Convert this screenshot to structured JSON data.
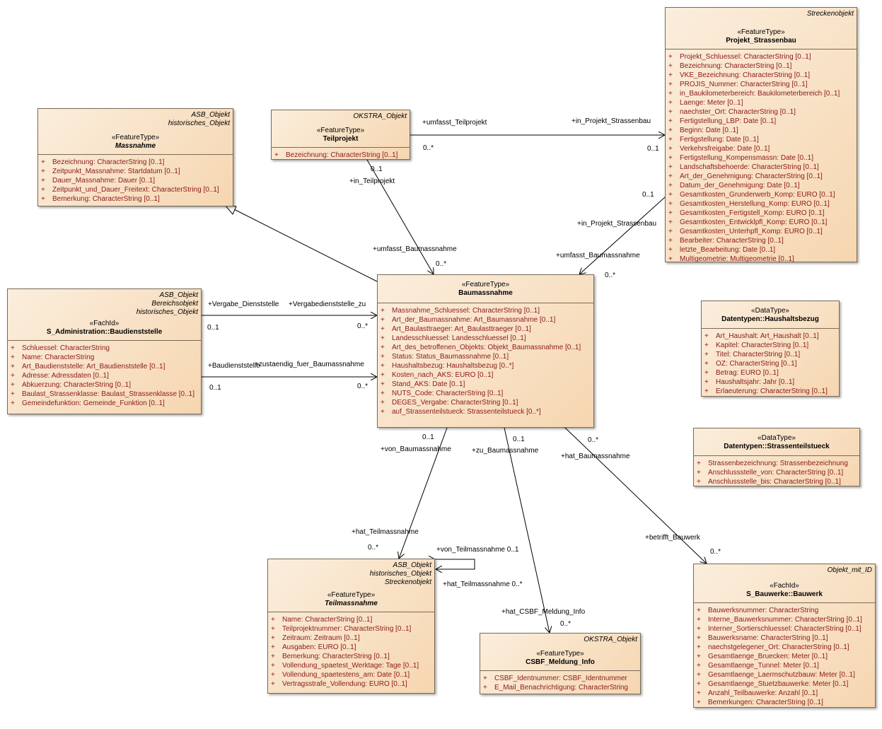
{
  "classes": {
    "projekt_strassenbau": {
      "tags": [
        "Streckenobjekt"
      ],
      "stereotype": "«FeatureType»",
      "name": "Projekt_Strassenbau",
      "attributes": [
        "Projekt_Schluessel: CharacterString [0..1]",
        "Bezeichnung: CharacterString [0..1]",
        "VKE_Bezeichnung: CharacterString [0..1]",
        "PROJIS_Nummer: CharacterString [0..1]",
        "in_Baukilometerbereich: Baukilometerbereich [0..1]",
        "Laenge: Meter [0..1]",
        "naechster_Ort: CharacterString [0..1]",
        "Fertigstellung_LBP: Date [0..1]",
        "Beginn: Date [0..1]",
        "Fertigstellung: Date [0..1]",
        "Verkehrsfreigabe: Date [0..1]",
        "Fertigstellung_Kompensmassn: Date [0..1]",
        "Landschaftsbehoerde: CharacterString [0..1]",
        "Art_der_Genehmigung: CharacterString [0..1]",
        "Datum_der_Genehmigung: Date [0..1]",
        "Gesamtkosten_Grunderwerb_Komp: EURO [0..1]",
        "Gesamtkosten_Herstellung_Komp: EURO [0..1]",
        "Gesamtkosten_Fertigstell_Komp: EURO [0..1]",
        "Gesamtkosten_Entwicklpfl_Komp: EURO [0..1]",
        "Gesamtkosten_Unterhpfl_Komp: EURO [0..1]",
        "Bearbeiter: CharacterString [0..1]",
        "letzte_Bearbeitung: Date [0..1]",
        "Multigeometrie: Multigeometrie [0..1]"
      ]
    },
    "massnahme": {
      "tags": [
        "ASB_Objekt",
        "historisches_Objekt"
      ],
      "stereotype": "«FeatureType»",
      "name": "Massnahme",
      "attributes": [
        "Bezeichnung: CharacterString [0..1]",
        "Zeitpunkt_Massnahme: Startdatum [0..1]",
        "Dauer_Massnahme: Dauer [0..1]",
        "Zeitpunkt_und_Dauer_Freitext: CharacterString [0..1]",
        "Bemerkung: CharacterString [0..1]"
      ]
    },
    "teilprojekt": {
      "tags": [
        "OKSTRA_Objekt"
      ],
      "stereotype": "«FeatureType»",
      "name": "Teilprojekt",
      "attributes": [
        "Bezeichnung: CharacterString [0..1]"
      ]
    },
    "baudienststelle": {
      "tags": [
        "ASB_Objekt",
        "Bereichsobjekt",
        "historisches_Objekt"
      ],
      "stereotype": "«FachId»",
      "name": "S_Administration::Baudienststelle",
      "attributes": [
        "Schluessel: CharacterString",
        "Name: CharacterString",
        "Art_Baudienststelle: Art_Baudienststelle [0..1]",
        "Adresse: Adressdaten [0..1]",
        "Abkuerzung: CharacterString [0..1]",
        "Baulast_Strassenklasse: Baulast_Strassenklasse [0..1]",
        "Gemeindefunktion: Gemeinde_Funktion [0..1]"
      ]
    },
    "baumassnahme": {
      "tags": [],
      "stereotype": "«FeatureType»",
      "name": "Baumassnahme",
      "attributes": [
        "Massnahme_Schluessel: CharacterString [0..1]",
        "Art_der_Baumassnahme: Art_Baumassnahme [0..1]",
        "Art_Baulasttraeger: Art_Baulasttraeger [0..1]",
        "Landesschluessel: Landesschluessel [0..1]",
        "Art_des_betroffenen_Objekts: Objekt_Baumassnahme [0..1]",
        "Status: Status_Baumassnahme [0..1]",
        "Haushaltsbezug: Haushaltsbezug [0..*]",
        "Kosten_nach_AKS: EURO [0..1]",
        "Stand_AKS: Date [0..1]",
        "NUTS_Code: CharacterString [0..1]",
        "DEGES_Vergabe: CharacterString [0..1]",
        "auf_Strassenteilstueck: Strassenteilstueck [0..*]"
      ]
    },
    "haushaltsbezug": {
      "tags": [],
      "stereotype": "«DataType»",
      "name": "Datentypen::Haushaltsbezug",
      "attributes": [
        "Art_Haushalt: Art_Haushalt [0..1]",
        "Kapitel: CharacterString [0..1]",
        "Titel: CharacterString [0..1]",
        "OZ: CharacterString [0..1]",
        "Betrag: EURO [0..1]",
        "Haushaltsjahr: Jahr [0..1]",
        "Erlaeuterung: CharacterString [0..1]"
      ]
    },
    "strassenteilstueck": {
      "tags": [],
      "stereotype": "«DataType»",
      "name": "Datentypen::Strassenteilstueck",
      "attributes": [
        "Strassenbezeichnung: Strassenbezeichnung",
        "Anschlussstelle_von: CharacterString [0..1]",
        "Anschlussstelle_bis: CharacterString [0..1]"
      ]
    },
    "teilmassnahme": {
      "tags": [
        "ASB_Objekt",
        "historisches_Objekt",
        "Streckenobjekt"
      ],
      "stereotype": "«FeatureType»",
      "name": "Teilmassnahme",
      "attributes": [
        "Name: CharacterString [0..1]",
        "Teilprojektnummer: CharacterString [0..1]",
        "Zeitraum: Zeitraum [0..1]",
        "Ausgaben: EURO [0..1]",
        "Bemerkung: CharacterString [0..1]",
        "Vollendung_spaetest_Werktage: Tage [0..1]",
        "Vollendung_spaetestens_am: Date [0..1]",
        "Vertragsstrafe_Vollendung: EURO [0..1]"
      ]
    },
    "csbf_meldung_info": {
      "tags": [
        "OKSTRA_Objekt"
      ],
      "stereotype": "«FeatureType»",
      "name": "CSBF_Meldung_Info",
      "attributes": [
        "CSBF_Identnummer: CSBF_Identnummer",
        "E_Mail_Benachrichtigung: CharacterString"
      ]
    },
    "bauwerk": {
      "tags": [
        "Objekt_mit_ID"
      ],
      "stereotype": "«FachId»",
      "name": "S_Bauwerke::Bauwerk",
      "attributes": [
        "Bauwerksnummer: CharacterString",
        "Interne_Bauwerksnummer: CharacterString [0..1]",
        "Interner_Sortierschluessel: CharacterString [0..1]",
        "Bauwerksname: CharacterString [0..1]",
        "naechstgelegener_Ort: CharacterString [0..1]",
        "Gesamtlaenge_Bruecken: Meter [0..1]",
        "Gesamtlaenge_Tunnel: Meter [0..1]",
        "Gesamtlaenge_Laermschutzbauw: Meter [0..1]",
        "Gesamtlaenge_Stuetzbauwerke: Meter [0..1]",
        "Anzahl_Teilbauwerke: Anzahl [0..1]",
        "Bemerkungen: CharacterString [0..1]"
      ]
    }
  },
  "visibility": "+",
  "labels": {
    "umfasst_teilprojekt": "+umfasst_Teilprojekt",
    "in_projekt_strassenbau_1": "+in_Projekt_Strassenbau",
    "mult_tp_ps_0n": "0..*",
    "mult_tp_ps_01": "0..1",
    "mult_tp_01": "0..1",
    "in_teilprojekt": "+in_Teilprojekt",
    "umfasst_baumassnahme_1": "+umfasst_Baumassnahme",
    "mult_bm_tp_0n": "0..*",
    "mult_ps_01": "0..1",
    "in_projekt_strassenbau_2": "+in_Projekt_Strassenbau",
    "umfasst_baumassnahme_2": "+umfasst_Baumassnahme",
    "mult_bm_ps_0n": "0..*",
    "vergabe_dienststelle": "+Vergabe_Dienststelle",
    "vergabedienststelle_zu": "+Vergabedienststelle_zu",
    "mult_bd1_01": "0..1",
    "mult_bd1_0n": "0..*",
    "baudienststelle": "+Baudienststelle",
    "zustaendig_fuer_baumassnahme": "+zustaendig_fuer_Baumassnahme",
    "mult_bd2_01": "0..1",
    "mult_bd2_0n": "0..*",
    "mult_von_bm_01": "0..1",
    "von_baumassnahme": "+von_Baumassnahme",
    "mult_zu_bm_01": "0..1",
    "zu_baumassnahme": "+zu_Baumassnahme",
    "mult_hat_bm_0n": "0..*",
    "hat_baumassnahme": "+hat_Baumassnahme",
    "hat_teilmassnahme_1": "+hat_Teilmassnahme",
    "mult_tm_0n": "0..*",
    "von_teilmassnahme": "+von_Teilmassnahme 0..1",
    "hat_teilmassnahme_2": "+hat_Teilmassnahme 0..*",
    "hat_csbf_meldung_info": "+hat_CSBF_Meldung_Info",
    "mult_csbf_0n": "0..*",
    "betrifft_bauwerk": "+betrifft_Bauwerk",
    "mult_bw_0n": "0..*"
  }
}
